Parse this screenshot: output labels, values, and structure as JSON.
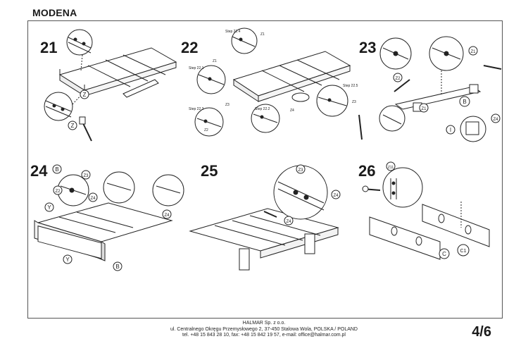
{
  "header": {
    "title": "MODENA"
  },
  "steps": [
    {
      "number": "21",
      "labels": [
        "Z",
        "Z"
      ]
    },
    {
      "number": "22",
      "labels": [
        "Step 22.4",
        "Z1",
        "Step 22.1",
        "Z1",
        "Step 22.3",
        "Z3",
        "Z2",
        "Step 22.2",
        "Z4",
        "Z3",
        "Step 22.5"
      ]
    },
    {
      "number": "23",
      "labels": [
        "Z1",
        "Z2",
        "B",
        "Z1",
        "Z4",
        "I"
      ]
    },
    {
      "number": "24",
      "labels": [
        "B",
        "Z3",
        "Z2",
        "Z4",
        "Y",
        "Y",
        "B",
        "Z4"
      ]
    },
    {
      "number": "25",
      "labels": [
        "Z3",
        "Z4",
        "Z4"
      ]
    },
    {
      "number": "26",
      "labels": [
        "Z11",
        "C",
        "C1"
      ]
    }
  ],
  "footer": {
    "company": "HALMAR Sp. z o.o.",
    "address": "ul. Centralnego Okręgu Przemysłowego 2, 37-450 Stalowa Wola, POLSKA / POLAND",
    "contact": "tel. +48 15 843 28 10, fax: +48 15 842 19 57, e-mail: office@halmar.com.pl"
  },
  "page": {
    "number": "4/6"
  }
}
